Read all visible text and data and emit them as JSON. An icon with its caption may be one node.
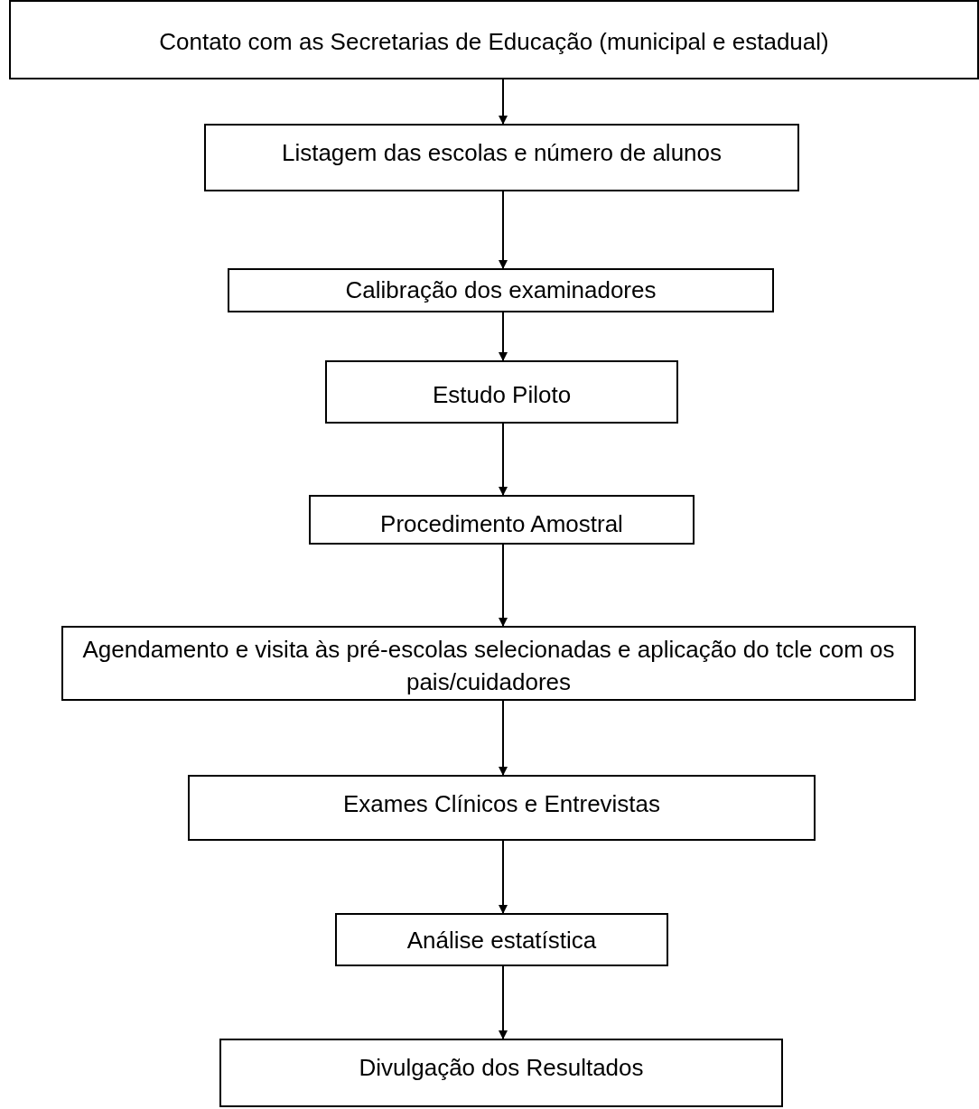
{
  "diagram": {
    "nodes": [
      {
        "text": [
          "Contato com as Secretarias de Educação (municipal e estadual)"
        ]
      },
      {
        "text": [
          "Listagem das escolas e número de alunos"
        ]
      },
      {
        "text": [
          "Calibração dos examinadores"
        ]
      },
      {
        "text": [
          "Estudo Piloto"
        ]
      },
      {
        "text": [
          "Procedimento Amostral"
        ]
      },
      {
        "text": [
          "Agendamento e visita às pré-escolas selecionadas e aplicação do tcle com os pais/cuidadores"
        ]
      },
      {
        "text": [
          "Exames Clínicos e Entrevistas"
        ]
      },
      {
        "text": [
          "Análise estatística"
        ]
      },
      {
        "text": [
          "Divulgação dos Resultados"
        ]
      }
    ],
    "edges": [
      {
        "from": 0,
        "to": 1,
        "arrow": "to"
      },
      {
        "from": 1,
        "to": 2,
        "arrow": "to"
      },
      {
        "from": 2,
        "to": 3,
        "arrow": "to"
      },
      {
        "from": 3,
        "to": 4,
        "arrow": "to"
      },
      {
        "from": 4,
        "to": 5,
        "arrow": "to"
      },
      {
        "from": 5,
        "to": 6,
        "arrow": "to"
      },
      {
        "from": 6,
        "to": 7,
        "arrow": "to"
      },
      {
        "from": 7,
        "to": 8,
        "arrow": "to"
      }
    ]
  }
}
